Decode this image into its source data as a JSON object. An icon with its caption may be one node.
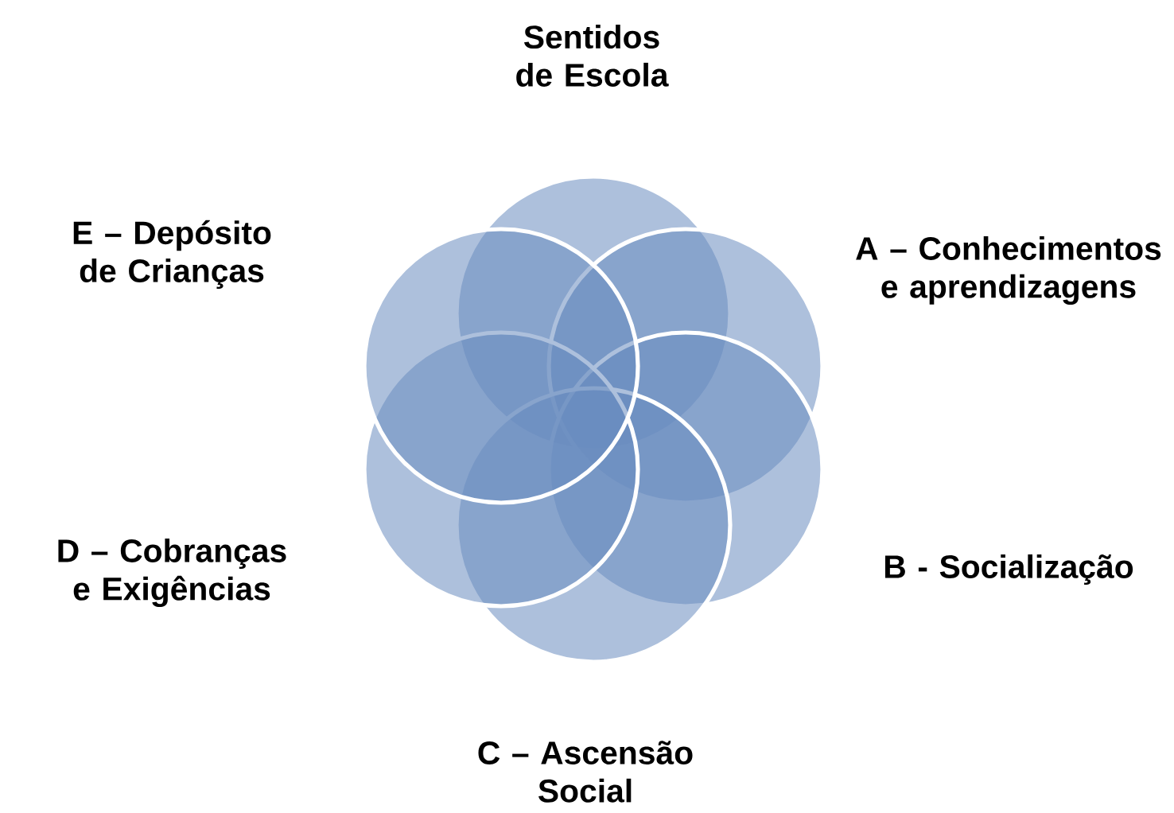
{
  "diagram": {
    "nodes": [
      {
        "text": [],
        "shape": "circle"
      },
      {
        "text": [],
        "shape": "circle"
      },
      {
        "text": [],
        "shape": "circle"
      },
      {
        "text": [],
        "shape": "circle"
      },
      {
        "text": [],
        "shape": "circle"
      },
      {
        "text": [],
        "shape": "circle"
      }
    ],
    "labels": [
      "Sentidos de Escola",
      "A – Conhecimentos e aprendizagens",
      "E – Depósito de Crianças",
      "B - Socialização",
      "D – Cobranças e Exigências",
      "C – Ascensão Social"
    ]
  }
}
